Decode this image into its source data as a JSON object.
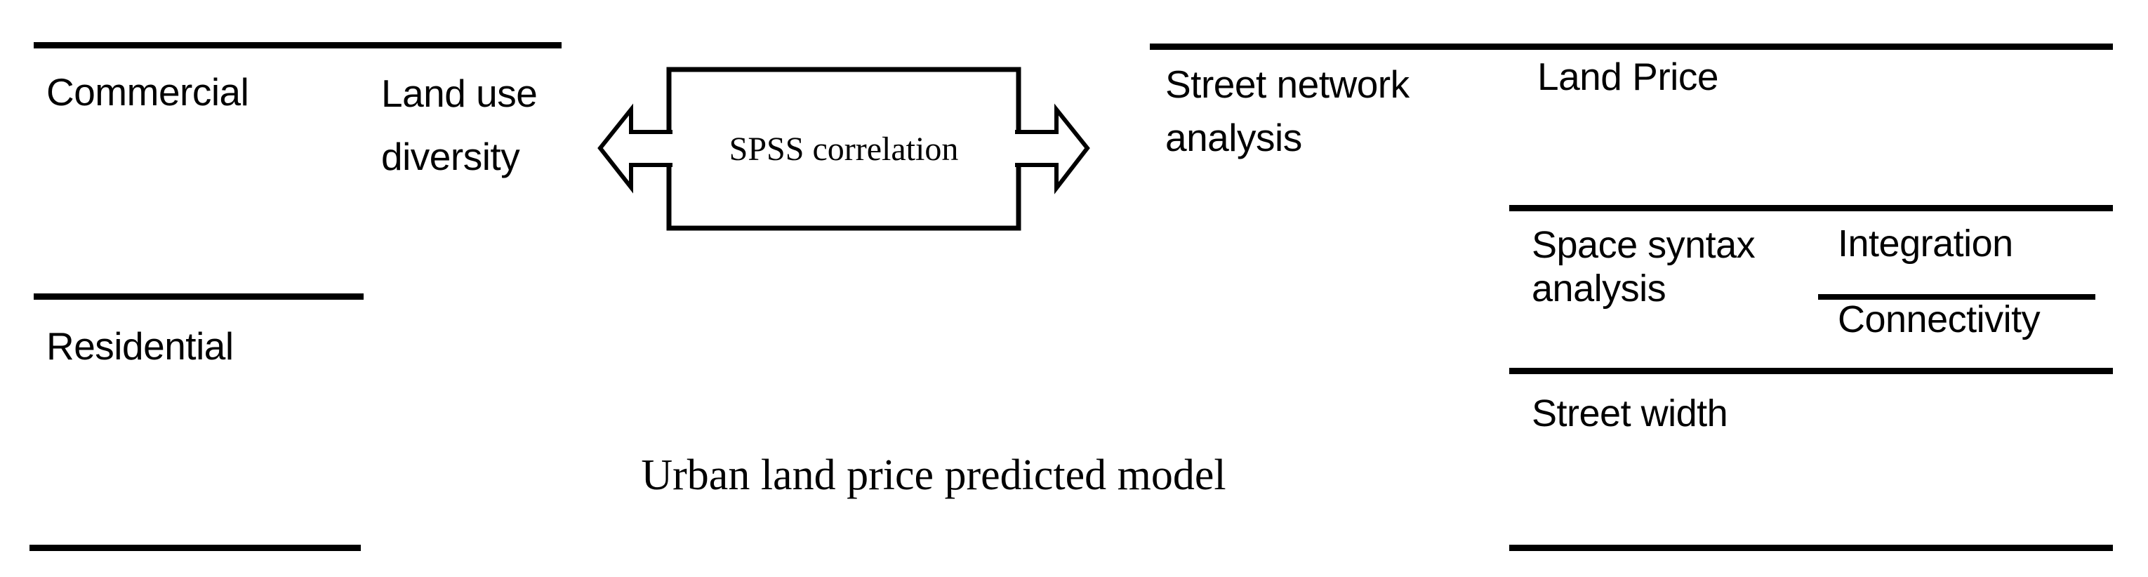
{
  "colors": {
    "ink": "#000000",
    "background": "#ffffff"
  },
  "left_panel": {
    "commercial_label": "Commercial",
    "land_use_line1": "Land use",
    "land_use_line2": "diversity",
    "residential_label": "Residential"
  },
  "center": {
    "spss_box_label": "SPSS correlation",
    "caption": "Urban land price predicted model",
    "icons": {
      "left": "block-arrow-left",
      "right": "block-arrow-right"
    }
  },
  "right_panel": {
    "street_network_line1": "Street network",
    "street_network_line2": "analysis",
    "land_price_label": "Land Price",
    "space_syntax_line1": "Space syntax",
    "space_syntax_line2": "analysis",
    "integration_label": "Integration",
    "connectivity_label": "Connectivity",
    "street_width_label": "Street width"
  }
}
